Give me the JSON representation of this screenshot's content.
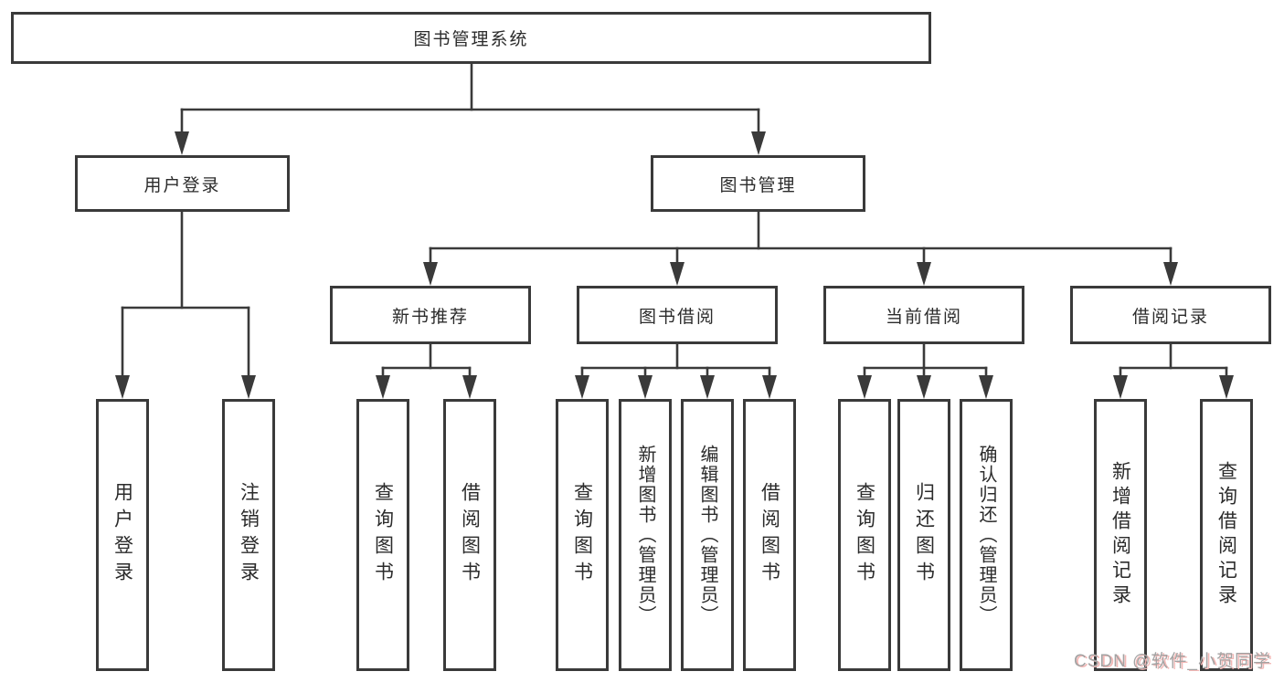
{
  "diagram_title": "图书管理系统",
  "colors": {
    "line_ink": "#3a3a3a",
    "text_ink": "#2b2b2b",
    "background": "#ffffff",
    "watermark_gray": "#a3a3a3",
    "watermark_pink": "#f3b8b6"
  },
  "nodes": {
    "root": {
      "label": "图书管理系统"
    },
    "user_login": {
      "label": "用户登录"
    },
    "book_management": {
      "label": "图书管理"
    },
    "new_book_recommend": {
      "label": "新书推荐"
    },
    "book_borrow": {
      "label": "图书借阅"
    },
    "current_borrow": {
      "label": "当前借阅"
    },
    "borrow_record": {
      "label": "借阅记录"
    },
    "leaf_user_login": {
      "label": "用户登录"
    },
    "leaf_logout": {
      "label": "注销登录"
    },
    "leaf_query_books_rec": {
      "label": "查询图书"
    },
    "leaf_borrow_books_rec": {
      "label": "借阅图书"
    },
    "leaf_query_books_bor": {
      "label": "查询图书"
    },
    "leaf_add_book_admin": {
      "label": "新增图书（管理员）"
    },
    "leaf_edit_book_admin": {
      "label": "编辑图书（管理员）"
    },
    "leaf_borrow_books_bor": {
      "label": "借阅图书"
    },
    "leaf_query_books_cur": {
      "label": "查询图书"
    },
    "leaf_return_books": {
      "label": "归还图书"
    },
    "leaf_confirm_return_admin": {
      "label": "确认归还（管理员）"
    },
    "leaf_add_borrow_record": {
      "label": "新增借阅记录"
    },
    "leaf_query_borrow_record": {
      "label": "查询借阅记录"
    }
  },
  "edges": [
    [
      "root",
      "user_login"
    ],
    [
      "root",
      "book_management"
    ],
    [
      "user_login",
      "leaf_user_login"
    ],
    [
      "user_login",
      "leaf_logout"
    ],
    [
      "book_management",
      "new_book_recommend"
    ],
    [
      "book_management",
      "book_borrow"
    ],
    [
      "book_management",
      "current_borrow"
    ],
    [
      "book_management",
      "borrow_record"
    ],
    [
      "new_book_recommend",
      "leaf_query_books_rec"
    ],
    [
      "new_book_recommend",
      "leaf_borrow_books_rec"
    ],
    [
      "book_borrow",
      "leaf_query_books_bor"
    ],
    [
      "book_borrow",
      "leaf_add_book_admin"
    ],
    [
      "book_borrow",
      "leaf_edit_book_admin"
    ],
    [
      "book_borrow",
      "leaf_borrow_books_bor"
    ],
    [
      "current_borrow",
      "leaf_query_books_cur"
    ],
    [
      "current_borrow",
      "leaf_return_books"
    ],
    [
      "current_borrow",
      "leaf_confirm_return_admin"
    ],
    [
      "borrow_record",
      "leaf_add_borrow_record"
    ],
    [
      "borrow_record",
      "leaf_query_borrow_record"
    ]
  ],
  "watermark": {
    "text": "CSDN @软件_小贺同学"
  }
}
